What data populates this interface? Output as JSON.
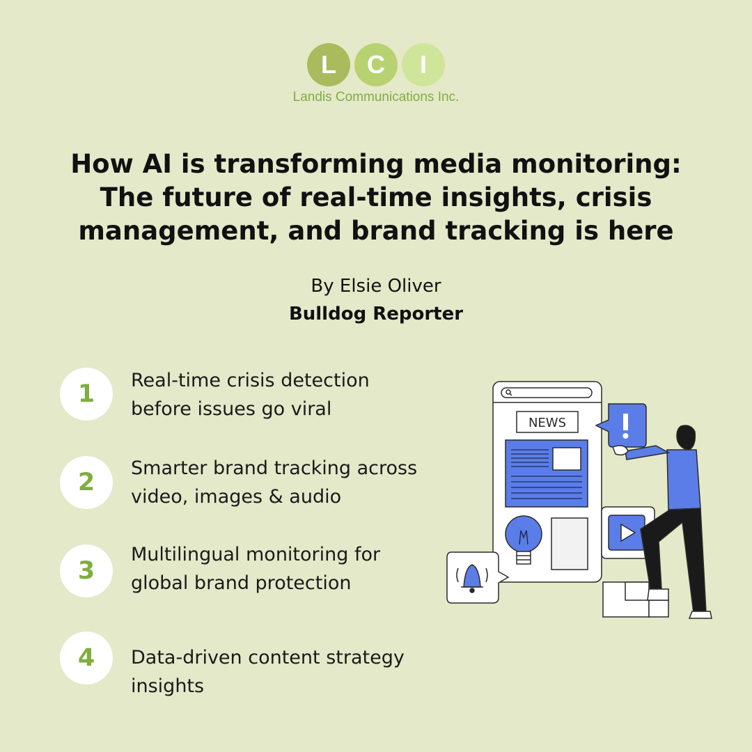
{
  "logo": {
    "letters": [
      "L",
      "C",
      "I"
    ],
    "company_name": "Landis Communications Inc.",
    "colors": [
      "#a9bb5c",
      "#b8d272",
      "#cfe59a"
    ]
  },
  "headline": {
    "line1": "How AI is transforming media monitoring:",
    "line2": "The future of real-time insights, crisis",
    "line3": "management, and brand tracking is here"
  },
  "byline": {
    "author": "By Elsie Oliver",
    "outlet": "Bulldog Reporter"
  },
  "items": [
    {
      "number": "1",
      "line1": "Real-time crisis detection",
      "line2": "before issues go viral"
    },
    {
      "number": "2",
      "line1": "Smarter brand tracking across",
      "line2": "video, images & audio"
    },
    {
      "number": "3",
      "line1": "Multilingual monitoring for",
      "line2": "global brand protection"
    },
    {
      "number": "4",
      "line1": "Data-driven content strategy insights"
    }
  ],
  "illustration": {
    "news_label": "NEWS",
    "icons": [
      "search-icon",
      "exclamation-icon",
      "lightbulb-icon",
      "play-icon",
      "bell-icon"
    ]
  },
  "colors": {
    "background": "#e4e9c9",
    "accent_green": "#7fae3e",
    "illustration_blue": "#5b7de8"
  }
}
